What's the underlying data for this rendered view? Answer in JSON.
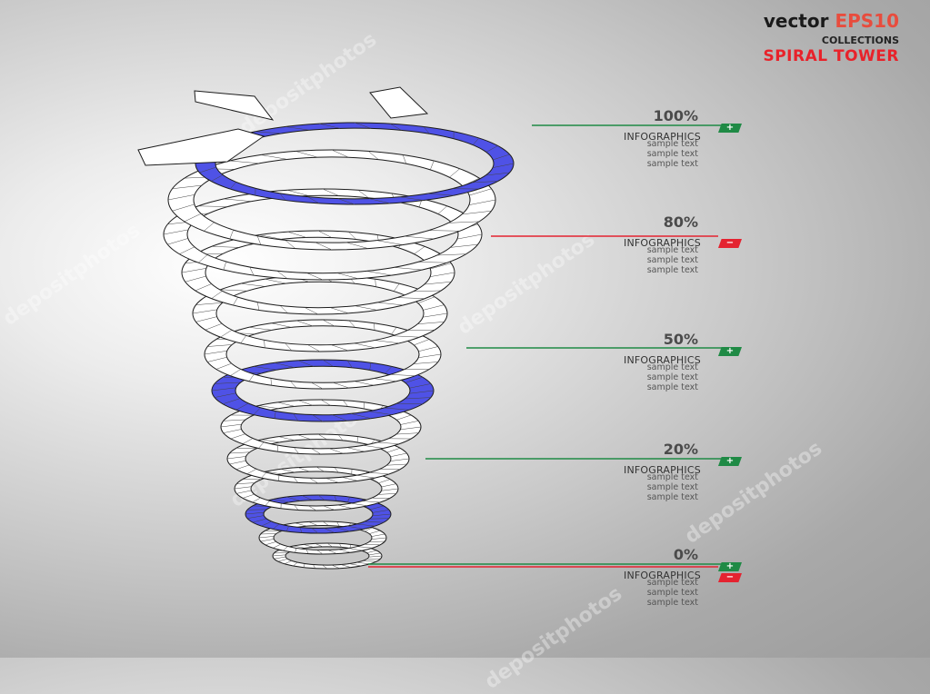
{
  "header": {
    "vector": "vector",
    "eps": "EPS10",
    "collections": "COLLECTIONS",
    "title": "SPIRAL TOWER"
  },
  "levels": [
    {
      "percent": "100%",
      "label": "INFOGRAPHICS",
      "samples": [
        "sample text",
        "sample text",
        "sample text"
      ],
      "tags": [
        "+"
      ],
      "line_color": "#1f8a45"
    },
    {
      "percent": "80%",
      "label": "INFOGRAPHICS",
      "samples": [
        "sample text",
        "sample text",
        "sample text"
      ],
      "tags": [
        "−"
      ],
      "line_color": "#e42330"
    },
    {
      "percent": "50%",
      "label": "INFOGRAPHICS",
      "samples": [
        "sample text",
        "sample text",
        "sample text"
      ],
      "tags": [
        "+"
      ],
      "line_color": "#1f8a45"
    },
    {
      "percent": "20%",
      "label": "INFOGRAPHICS",
      "samples": [
        "sample text",
        "sample text",
        "sample text"
      ],
      "tags": [
        "+"
      ],
      "line_color": "#1f8a45"
    },
    {
      "percent": "0%",
      "label": "INFOGRAPHICS",
      "samples": [
        "sample text",
        "sample text",
        "sample text"
      ],
      "tags": [
        "+",
        "−"
      ],
      "line_color": "#1f8a45"
    }
  ],
  "watermark": "depositphotos",
  "colors": {
    "band_blue": "#4f52e6",
    "band_white": "#ffffff",
    "plus_green": "#1f8a45",
    "minus_red": "#e42330",
    "eps_red": "#e84c3d",
    "title_red": "#e8222a"
  }
}
